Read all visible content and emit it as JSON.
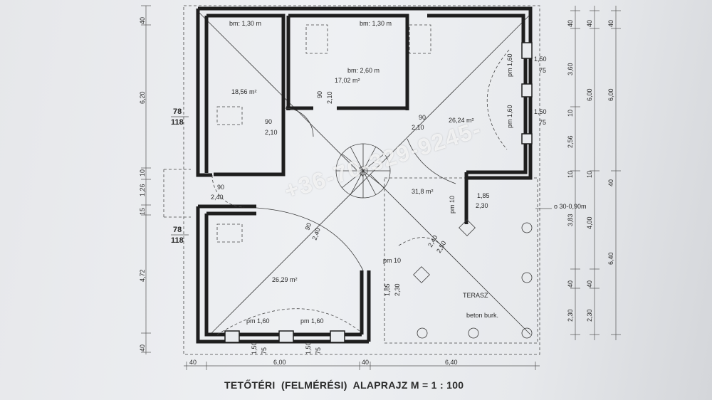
{
  "title": "TETŐTÉRI  (FELMÉRÉSI)  ALAPRAJZ M = 1 : 100",
  "watermark": "+36-70-329-9245-",
  "colors": {
    "ink": "#1e1e1e",
    "paper": "#eceef1"
  },
  "rooms": {
    "room_top_left": {
      "area": "18,56 m²",
      "sill": "bm: 1,30 m"
    },
    "room_top_middle": {
      "area": "17,02 m²",
      "sill": "bm: 1,30 m",
      "sill2": "bm: 2,60 m"
    },
    "room_right": {
      "area": "26,24 m²"
    },
    "room_bottom_left": {
      "area": "26,29 m²"
    },
    "stair": {
      "area": "31,8 m²"
    }
  },
  "doors": {
    "d1": {
      "w": "90",
      "h": "2,10"
    },
    "d2": {
      "w": "90",
      "h": "2,10"
    },
    "d3": {
      "w": "90",
      "h": "2,10"
    },
    "d4": {
      "w": "90",
      "h": "2,40"
    },
    "d5": {
      "w": "90",
      "h": "2,40"
    },
    "d6": {
      "w": "1,85",
      "h": "2,30"
    },
    "d7": {
      "w": "1,85",
      "h": "2,30"
    },
    "d8": {
      "w": "2,40",
      "h": "2,50"
    }
  },
  "windows": {
    "w_right_1": {
      "pm": "pm 1,60",
      "w": "1,50",
      "h": "75"
    },
    "w_right_2": {
      "pm": "pm 1,60",
      "w": "1,50",
      "h": "75"
    },
    "w_bottom_1": {
      "pm": "pm 1,60",
      "w": "1,50",
      "h": "75"
    },
    "w_bottom_2": {
      "pm": "pm 1,60",
      "w": "1,50",
      "h": "75"
    },
    "pm10_a": "pm 10",
    "pm10_b": "pm 10"
  },
  "chimneys": {
    "upper": {
      "a": "78",
      "b": "118"
    },
    "lower": {
      "a": "78",
      "b": "118"
    }
  },
  "terrace": {
    "label": "TERASZ",
    "surface": "beton burk.",
    "column": "o 30-0,90m"
  },
  "dims_left": [
    "40",
    "6,20",
    "10",
    "1,26",
    "15",
    "4,72",
    "40"
  ],
  "dims_bottom": [
    "40",
    "6,00",
    "40",
    "6,40"
  ],
  "dims_right_a": [
    "40",
    "3,60",
    "10",
    "2,56",
    "10",
    "3,83",
    "40",
    "2,30"
  ],
  "dims_right_b": [
    "40",
    "6,00",
    "10",
    "4,00",
    "40",
    "2,30"
  ],
  "dims_right_c": [
    "40",
    "6,00",
    "40",
    "6,40"
  ]
}
